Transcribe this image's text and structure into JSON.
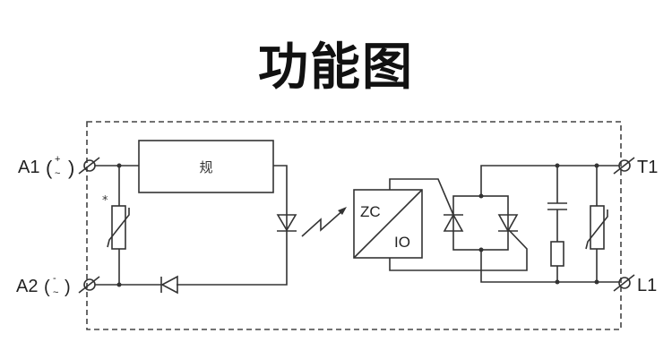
{
  "title": "功能图",
  "diagram": {
    "terminals": {
      "a1": "A1",
      "a1_polarity": "+",
      "a2": "A2",
      "a2_polarity": "-",
      "t1": "T1",
      "l1": "L1",
      "ac_symbol": "~"
    },
    "control_block_label": "规",
    "varistor_note": "*",
    "converter": {
      "top_label": "ZC",
      "bottom_label": "IO"
    }
  }
}
